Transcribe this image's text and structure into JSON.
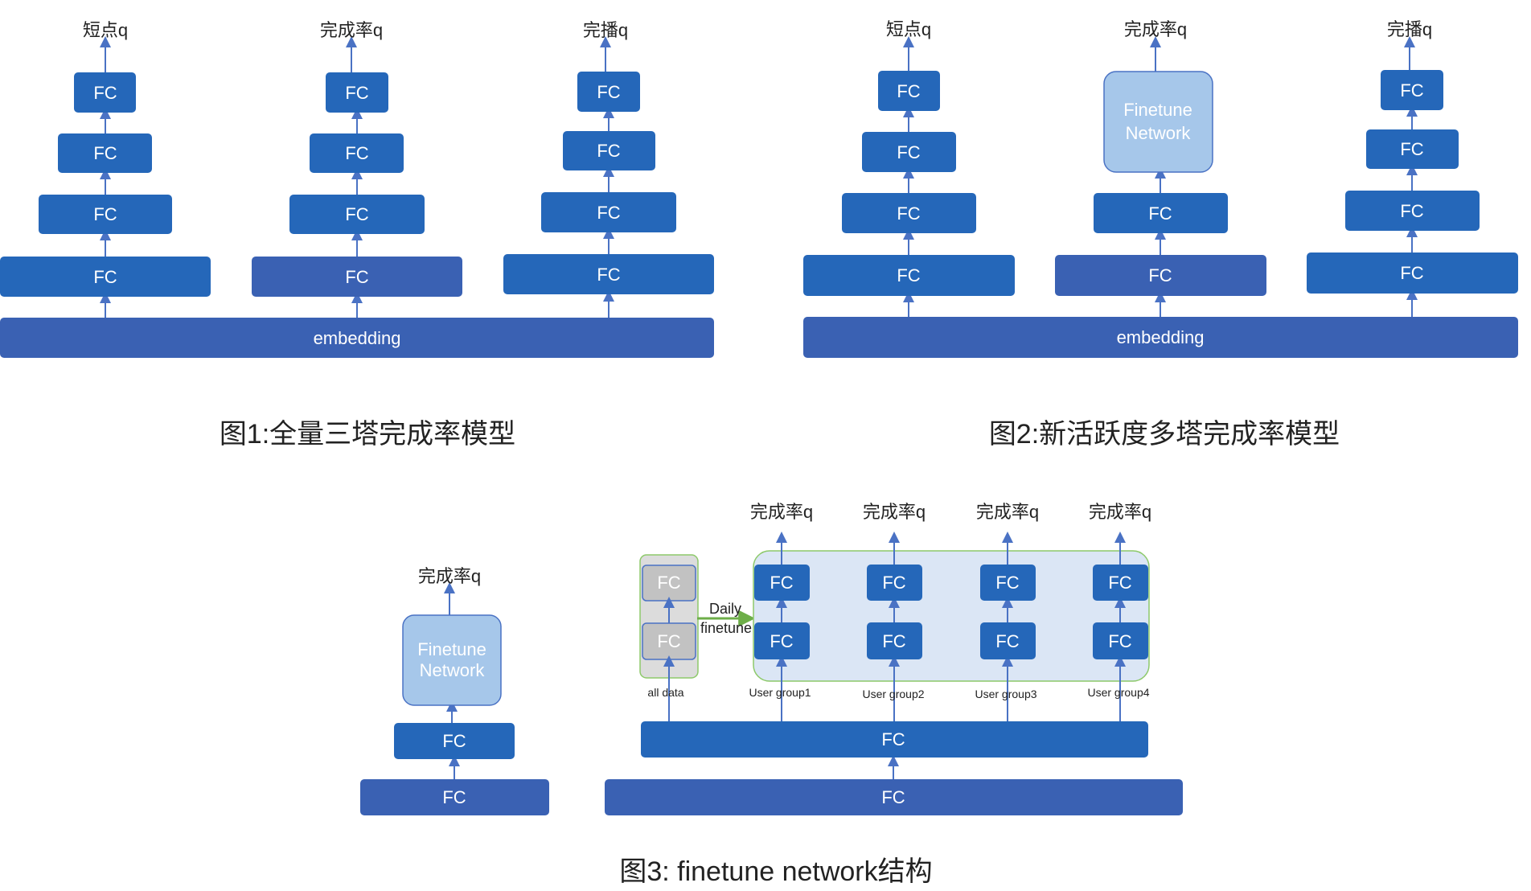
{
  "labels": {
    "fc": "FC",
    "embedding": "embedding",
    "finetune_line1": "Finetune",
    "finetune_line2": "Network",
    "out_short": "短点q",
    "out_complete": "完成率q",
    "out_finish": "完播q",
    "daily_line1": "Daily",
    "daily_line2": "finetune",
    "all_data": "all data",
    "user_group1": "User group1",
    "user_group2": "User group2",
    "user_group3": "User group3",
    "user_group4": "User group4"
  },
  "captions": {
    "fig1": "图1:全量三塔完成率模型",
    "fig2": "图2:新活跃度多塔完成率模型",
    "fig3": "图3: finetune network结构"
  },
  "colors": {
    "fc_blue": "#2567b9",
    "base_blue": "#3a61b3",
    "light_blue": "#a6c7ea",
    "panel_bg": "#dbe6f5",
    "panel_border": "#8dc96a",
    "gray_box": "#c2c2c2",
    "gray_panel": "#dcdcdc",
    "arrow": "#4a72c4"
  }
}
